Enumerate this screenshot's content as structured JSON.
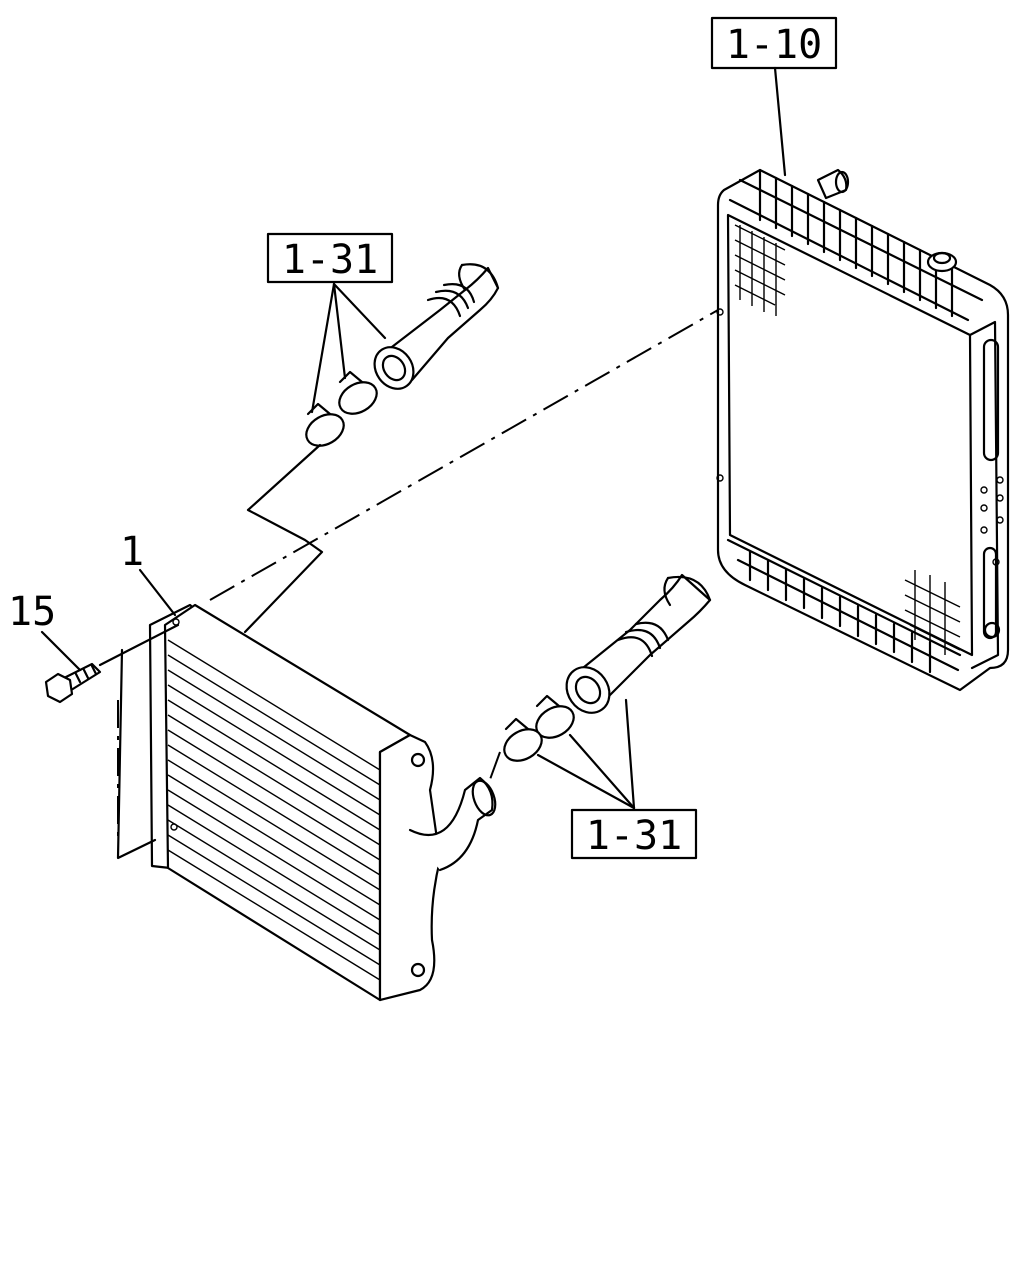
{
  "callouts": {
    "radiator_ref": "1-10",
    "hose_upper_ref": "1-31",
    "hose_lower_ref": "1-31",
    "intercooler_ref": "1",
    "bolt_ref": "15"
  },
  "colors": {
    "ink": "#000000",
    "paper": "#ffffff"
  }
}
